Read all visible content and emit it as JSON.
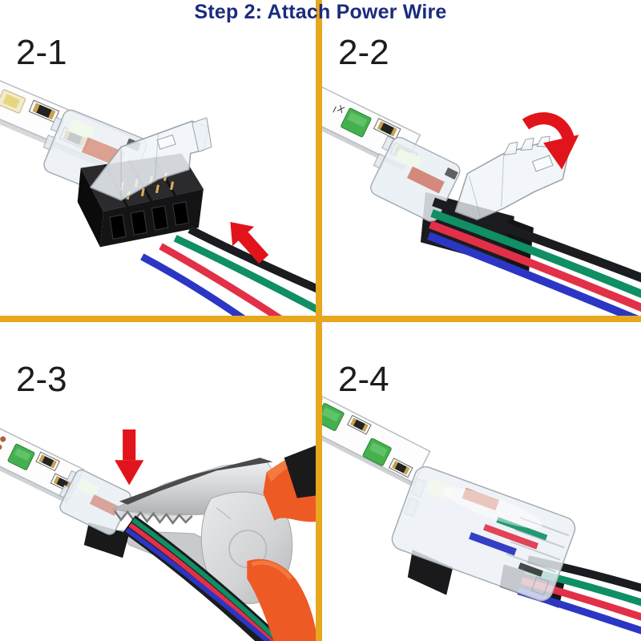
{
  "title": {
    "text": "Step 2: Attach Power Wire"
  },
  "panels": [
    {
      "label": "2-1",
      "illustration": "loose-power-wires-approaching-open-connector",
      "arrow_icon": "red-arrow-up-left"
    },
    {
      "label": "2-2",
      "illustration": "wires-inserted-clear-lid-closing",
      "arrow_icon": "red-curved-arrow-clockwise"
    },
    {
      "label": "2-3",
      "illustration": "pliers-pressing-connector-shut",
      "arrow_icon": "red-arrow-down"
    },
    {
      "label": "2-4",
      "illustration": "finished-strip-to-wire-connection",
      "arrow_icon": "none"
    }
  ],
  "colors": {
    "divider": "#e7a71f",
    "title_text": "#1b2b7e",
    "label_text": "#1d1d1d",
    "arrow_red": "#e2141b",
    "wire_blue": "#2c36c4",
    "wire_red": "#e23048",
    "wire_green": "#0f8f63",
    "wire_black": "#1a1c1f",
    "pliers_orange": "#ee5a24",
    "pliers_metal": "#d7d8da",
    "led_green": "#44b14e",
    "strip_white": "#fdfdfd",
    "connector_black": "#1a1a1c",
    "gold": "#c9a24e",
    "plastic_stroke": "#a6adb4"
  }
}
